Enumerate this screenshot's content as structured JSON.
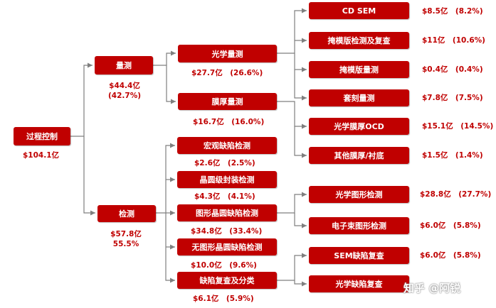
{
  "root": {
    "label": "过程控制",
    "value": "$104.1亿"
  },
  "measurement": {
    "label": "量测",
    "value": "$44.4亿",
    "share": "(42.7%)"
  },
  "inspection": {
    "label": "检测",
    "value": "$57.8亿",
    "share": "55.5%"
  },
  "optical_measurement": {
    "label": "光学量测",
    "value": "$27.7亿　(26.6%)"
  },
  "film_measurement": {
    "label": "膜厚量测",
    "value": "$16.7亿　(16.0%)"
  },
  "measurement_leaves": [
    {
      "label": "CD SEM",
      "value": "$8.5亿　(8.2%)"
    },
    {
      "label": "掩模版检测及复查",
      "value": "$11亿　(10.6%)"
    },
    {
      "label": "掩模版量测",
      "value": "$0.4亿　(0.4%)"
    },
    {
      "label": "套刻量测",
      "value": "$7.8亿　(7.5%)"
    },
    {
      "label": "光学膜厚OCD",
      "value": "$15.1亿　(14.5%)"
    },
    {
      "label": "其他膜厚/衬底",
      "value": "$1.5亿　(1.4%)"
    }
  ],
  "inspection_children": [
    {
      "label": "宏观缺陷检测",
      "value": "$2.6亿　(2.5%)"
    },
    {
      "label": "晶圆级封装检测",
      "value": "$4.3亿　(4.1%)"
    },
    {
      "label": "图形晶圆缺陷检测",
      "value": "$34.8亿　(33.4%)"
    },
    {
      "label": "无图形晶圆缺陷检测",
      "value": "$10.0亿　(9.6%)"
    },
    {
      "label": "缺陷复查及分类",
      "value": "$6.1亿　(5.9%)"
    }
  ],
  "inspection_leaves": [
    {
      "label": "光学图形检测",
      "value": "$28.8亿　(27.7%)"
    },
    {
      "label": "电子束图形检测",
      "value": "$6.0亿　(5.8%)"
    },
    {
      "label": "SEM缺陷复查",
      "value": "$6.0亿　(5.8%)"
    },
    {
      "label": "光学缺陷复查",
      "value": ""
    }
  ],
  "watermark": "知乎 @阿锐",
  "colors": {
    "node_fill": "#c00000",
    "line": "#7f7f7f",
    "value_text": "#c00000"
  }
}
